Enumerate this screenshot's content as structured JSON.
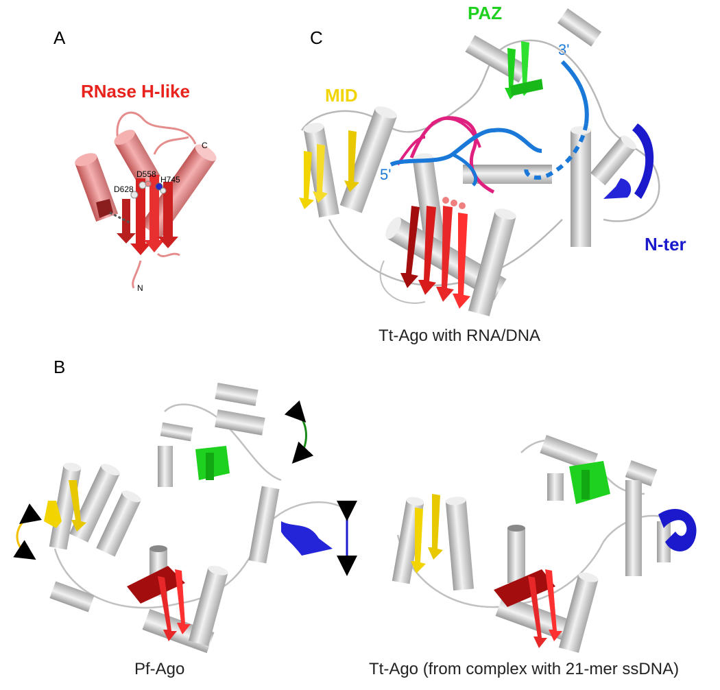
{
  "panels": {
    "A": {
      "letter": "A",
      "title": "RNase H-like",
      "residues": [
        "D558",
        "H745",
        "D628"
      ],
      "termini": {
        "c": "C",
        "n": "N"
      }
    },
    "B": {
      "letter": "B",
      "left_caption": "Pf-Ago",
      "right_caption": "Tt-Ago (from complex with 21-mer ssDNA)"
    },
    "C": {
      "letter": "C",
      "caption": "Tt-Ago with RNA/DNA",
      "domains": {
        "paz": "PAZ",
        "mid": "MID",
        "nter": "N-ter"
      },
      "strand_ends": {
        "three_prime": "3'",
        "five_prime": "5'"
      }
    }
  },
  "colors": {
    "rnase": "#e8221c",
    "rnase_dark": "#a30d0d",
    "rnase_light": "#f08a8a",
    "paz": "#1fd11f",
    "mid": "#f2d400",
    "nter": "#1a1acc",
    "guide_blue": "#1a78d8",
    "rna_pink": "#e0207f",
    "helix_gray": "#c8c8c8"
  },
  "icons": [
    "double-arrow-curved-green",
    "double-arrow-curved-yellow",
    "double-arrow-vertical-blue"
  ]
}
